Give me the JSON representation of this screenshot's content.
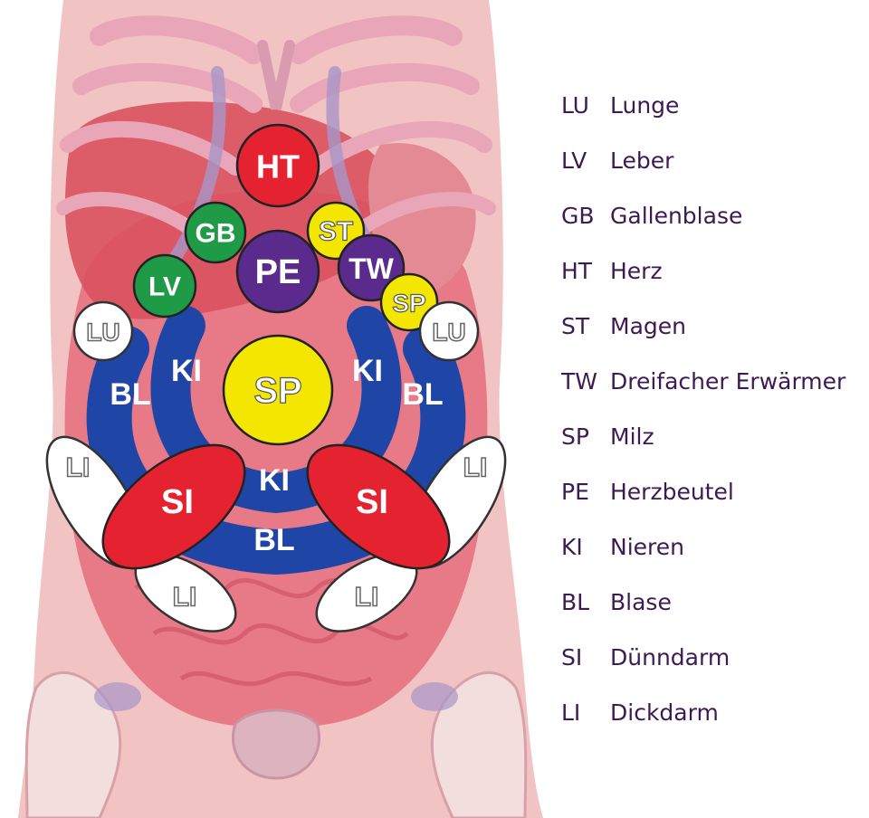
{
  "colors": {
    "background": "#ffffff",
    "skin": "#f2c3c3",
    "tissue": "#e77a86",
    "tissue_dark": "#c94c5d",
    "rib": "#e9a6b8",
    "rib_shadow": "#a995c8",
    "bone": "#f3dede",
    "blue": "#1f45a6",
    "red": "#e52330",
    "green": "#1f9a46",
    "purple": "#5a2b8c",
    "yellow": "#f3e600",
    "white": "#ffffff",
    "legend_text": "#3d1b52"
  },
  "markers": [
    {
      "code": "HT",
      "shape": "circle",
      "fill": "red"
    },
    {
      "code": "GB",
      "shape": "circle",
      "fill": "green"
    },
    {
      "code": "ST",
      "shape": "circle",
      "fill": "yellow"
    },
    {
      "code": "PE",
      "shape": "circle",
      "fill": "purple"
    },
    {
      "code": "TW",
      "shape": "circle",
      "fill": "purple"
    },
    {
      "code": "LV",
      "shape": "circle",
      "fill": "green"
    },
    {
      "code": "SP",
      "shape": "circle",
      "fill": "yellow"
    },
    {
      "code": "LU",
      "shape": "circle",
      "fill": "white",
      "side": "left"
    },
    {
      "code": "LU",
      "shape": "circle",
      "fill": "white",
      "side": "right"
    },
    {
      "code": "SP",
      "shape": "circle",
      "fill": "yellow",
      "size": "large"
    },
    {
      "code": "KI",
      "shape": "arc-label",
      "fill": "blue",
      "side": "left"
    },
    {
      "code": "KI",
      "shape": "arc-label",
      "fill": "blue",
      "side": "right"
    },
    {
      "code": "KI",
      "shape": "arc-label",
      "fill": "blue",
      "side": "bottom"
    },
    {
      "code": "BL",
      "shape": "arc-label",
      "fill": "blue",
      "side": "left"
    },
    {
      "code": "BL",
      "shape": "arc-label",
      "fill": "blue",
      "side": "right"
    },
    {
      "code": "BL",
      "shape": "arc-label",
      "fill": "blue",
      "side": "bottom"
    },
    {
      "code": "SI",
      "shape": "ellipse",
      "fill": "red",
      "side": "left"
    },
    {
      "code": "SI",
      "shape": "ellipse",
      "fill": "red",
      "side": "right"
    },
    {
      "code": "LI",
      "shape": "ellipse",
      "fill": "white",
      "side": "left-upper"
    },
    {
      "code": "LI",
      "shape": "ellipse",
      "fill": "white",
      "side": "right-upper"
    },
    {
      "code": "LI",
      "shape": "ellipse",
      "fill": "white",
      "side": "left-lower"
    },
    {
      "code": "LI",
      "shape": "ellipse",
      "fill": "white",
      "side": "right-lower"
    }
  ],
  "legend": [
    {
      "code": "LU",
      "name": "Lunge"
    },
    {
      "code": "LV",
      "name": "Leber"
    },
    {
      "code": "GB",
      "name": "Gallenblase"
    },
    {
      "code": "HT",
      "name": "Herz"
    },
    {
      "code": "ST",
      "name": "Magen"
    },
    {
      "code": "TW",
      "name": "Dreifacher Erwärmer"
    },
    {
      "code": "SP",
      "name": "Milz"
    },
    {
      "code": "PE",
      "name": "Herzbeutel"
    },
    {
      "code": "KI",
      "name": "Nieren"
    },
    {
      "code": "BL",
      "name": "Blase"
    },
    {
      "code": "SI",
      "name": "Dünndarm"
    },
    {
      "code": "LI",
      "name": "Dickdarm"
    }
  ]
}
